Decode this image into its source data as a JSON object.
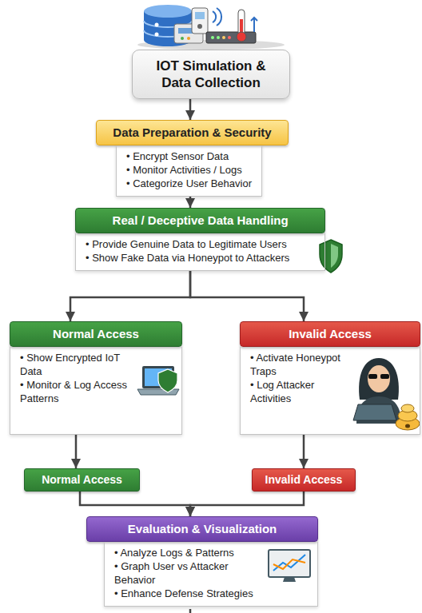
{
  "diagram": {
    "nodes": [
      {
        "text": [
          "IOT Simulation & Data Collection"
        ]
      },
      {
        "text": [
          "Data Preparation & Security",
          "• Encrypt Sensor Data",
          "• Monitor Activities / Logs",
          "• Categorize User Behavior"
        ]
      },
      {
        "text": [
          "Real / Deceptive Data Handling",
          "• Provide Genuine Data to Legitimate Users",
          "• Show Fake Data via Honeypot to Attackers"
        ]
      },
      {
        "text": [
          "Normal Access",
          "• Show Encrypted IoT Data",
          "• Monitor & Log Access Patterns"
        ]
      },
      {
        "text": [
          "Invalid Access",
          "• Activate Honeypot Traps",
          "• Log Attacker Activities"
        ]
      },
      {
        "text": [
          "Normal Access"
        ]
      },
      {
        "text": [
          "Invalid Access"
        ]
      },
      {
        "text": [
          "Evaluation & Visualization",
          "• Analyze Logs & Patterns",
          "• Graph User vs Attacker Behavior",
          "• Enhance Defense Strategies"
        ]
      }
    ],
    "edges": [
      {
        "from": 0,
        "to": 1,
        "arrow": "to"
      },
      {
        "from": 1,
        "to": 2,
        "arrow": "to"
      },
      {
        "from": 2,
        "to": 3,
        "arrow": "to"
      },
      {
        "from": 2,
        "to": 4,
        "arrow": "to"
      },
      {
        "from": 3,
        "to": 5,
        "arrow": "to"
      },
      {
        "from": 4,
        "to": 6,
        "arrow": "to"
      },
      {
        "from": 5,
        "to": 7,
        "arrow": "to"
      },
      {
        "from": 6,
        "to": 7,
        "arrow": "to"
      }
    ]
  }
}
